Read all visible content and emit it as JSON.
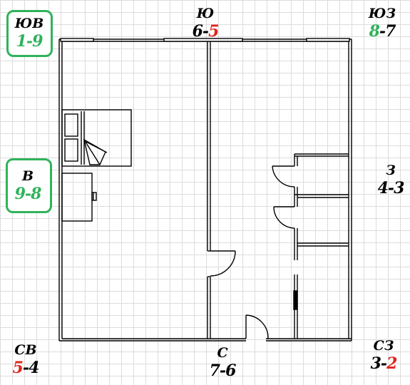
{
  "directions": [
    {
      "id": "yuv",
      "label": "ЮВ",
      "first": "1",
      "sep": "-",
      "second": "9",
      "colors": {
        "first": "#2fb35a",
        "second": "#2fb35a"
      },
      "boxed": true
    },
    {
      "id": "yu",
      "label": "Ю",
      "first": "6",
      "sep": "-",
      "second": "5",
      "colors": {
        "first": "#000000",
        "second": "#e0241b"
      },
      "boxed": false
    },
    {
      "id": "yuz",
      "label": "ЮЗ",
      "first": "8",
      "sep": "-",
      "second": "7",
      "colors": {
        "first": "#2fb35a",
        "second": "#000000"
      },
      "boxed": false
    },
    {
      "id": "v",
      "label": "В",
      "first": "9",
      "sep": "-",
      "second": "8",
      "colors": {
        "first": "#2fb35a",
        "second": "#2fb35a"
      },
      "boxed": true
    },
    {
      "id": "z",
      "label": "З",
      "first": "4",
      "sep": "-",
      "second": "3",
      "colors": {
        "first": "#000000",
        "second": "#000000"
      },
      "boxed": false
    },
    {
      "id": "sv",
      "label": "СВ",
      "first": "5",
      "sep": "-",
      "second": "4",
      "colors": {
        "first": "#e0241b",
        "second": "#000000"
      },
      "boxed": false
    },
    {
      "id": "s",
      "label": "С",
      "first": "7",
      "sep": "-",
      "second": "6",
      "colors": {
        "first": "#000000",
        "second": "#000000"
      },
      "boxed": false
    },
    {
      "id": "sz",
      "label": "СЗ",
      "first": "3",
      "sep": "-",
      "second": "2",
      "colors": {
        "first": "#000000",
        "second": "#e0241b"
      },
      "boxed": false
    }
  ],
  "colors": {
    "highlight": "#2fb35a",
    "accent": "#e0241b",
    "wall": "#000000"
  }
}
